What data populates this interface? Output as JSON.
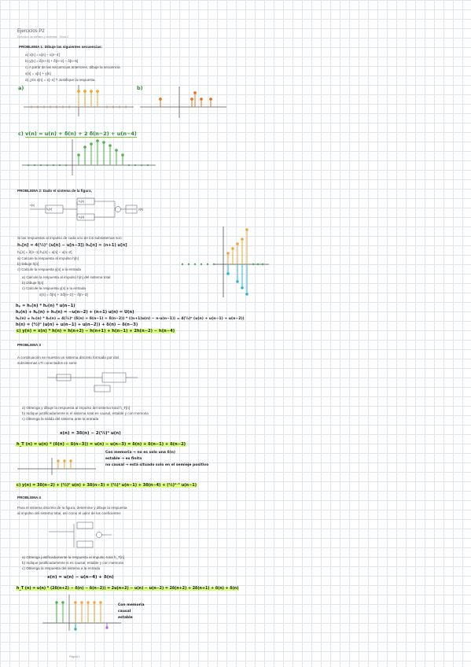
{
  "header": {
    "title": "Ejercicios P2",
    "subtitle": "Ejercicios de señales y sistemas · Tema 2"
  },
  "problem1": {
    "heading": "PROBLEMA 1: Dibuje las siguientes secuencias:",
    "items": [
      "a) x[n] = u[n] − u[n−4]",
      "b) y[n] = δ[n+3] + δ[n−2] − δ[n−5]",
      "c) A partir de las secuencias anteriores, dibuje la secuencia",
      "   v[n] = x[n] + y[n]",
      "d) ¿Es v[n] = x[−n] ? Justifique la respuesta."
    ],
    "label_a": "a)",
    "label_b": "b)",
    "label_c": "c)",
    "answer_c": "v(n) = u(n) + δ(n) + 2 δ(n−2) + u(n−4)"
  },
  "problem2": {
    "heading": "PROBLEMA 2: Dado el sistema de la figura,",
    "block_labels": [
      "x[n]",
      "h₁[n]",
      "h₂[n]",
      "h₃[n]",
      "y[n]"
    ],
    "statement": [
      "Si las respuestas al impulso de cada uno de los subsistemas son:",
      "h₁[n] = 4(½)ⁿ (u[n] − u[n−3])     h₂[n] = (n+1) u[n]",
      "h₃[n] = δ[n−1]     h₄[n] = u[n] − u[n−2]",
      "a) Calcule la respuesta al impulso h[n]",
      "b) Dibuje h[n]",
      "c) Calcule la respuesta y[n] a la entrada"
    ],
    "questions": [
      "a) Calcule la respuesta al impulso h[n] del sistema total",
      "b) Dibuje h[n]",
      "c) Calcule la respuesta y[n] a la entrada"
    ],
    "input": "x[n] = δ[n] + 2δ[n−2] − δ[n−3]",
    "work": [
      "hₚ = h₁(n) * h₂(n) * u(n−1)",
      "h₂(n) + hₚ(n) + h₃(n) = −u(n−2) + (n+1) u(n) = U(n)",
      "hₚ(n) = h₁(n) * h₂(n) = 4(½)ⁿ (δ(n) + δ(n−1) + δ(n−2)) * ((n+1)u(n) − n·u(n−1)) = 4(½)ⁿ (u(n) + u(n−1) + u(n−2))",
      "h(n) = (½)ⁿ (u(n) + u(n−1) + u(n−2)) + δ(n) − δ(n−3)",
      "c) y(n) = x(n) * h(n) = h(n+2) − h(n+1) + h(n−1) + 2h(n−2) − h(n−4)"
    ]
  },
  "problem3": {
    "heading": "PROBLEMA 3",
    "statement": [
      "A continuación se muestra un sistema discreto formado por dos",
      "subsistemas LTI conectados en serie"
    ],
    "questions": [
      "a) Obtenga y dibuje la respuesta al impulso del sistema total h_T[n]",
      "b) Indique justificadamente si el sistema total es causal, estable y con memoria",
      "c) Obtenga la salida del sistema ante la entrada"
    ],
    "input": "x(n) = 3δ(n) − 2(½)ⁿ u(n)",
    "work": "h_T (n) = u(n) * (δ(n) − δ(n−3)) = u(n) − u(n−3) = δ(n) + δ(n−1) + δ(n−2)",
    "notes": [
      "Con memoria → no es solo una δ(n)",
      "estable → es finita",
      "no causal → está situado solo en el semieje positivo"
    ],
    "answer_c": "c) y(n) = 3δ(n−2) + (½)ⁿ u(n) + 3δ(n−3) + (½)ⁿ u(n−1) + 3δ(n−4) + (½)ⁿ⁻¹ u(n−1)"
  },
  "problem4": {
    "heading": "PROBLEMA 4",
    "statement": [
      "Para el sistema discreto de la figura, determine y dibuje la respuesta",
      "al impulso del sistema total, así como el valor de los coeficientes"
    ],
    "questions": [
      "a) Obtenga justificadamente la respuesta al impulso total h_T[n]",
      "b) Indique justificadamente si es causal, estable y con memoria",
      "c) Obtenga la respuesta del sistema a la entrada"
    ],
    "input": "x(n) = u(n) − u(n−4) + δ(n)",
    "work": "h_T (n) = u(n) * (2δ(n+2) − δ(n) − δ(n−2)) = 2u(n+2) − u(n) − u(n−2) = 2δ(n+2) + 2δ(n+1) + δ(n) + δ(n)",
    "notes": [
      "Con memoria",
      "causal",
      "estable"
    ]
  },
  "footer": {
    "page": "Página 1"
  },
  "colors": {
    "grid": "#dfe6ee",
    "orange": "#f2a63a",
    "orange_dark": "#e0782a",
    "green": "#4cb44c",
    "lime": "#7ecf2f",
    "cyan": "#2bb6cc",
    "purple": "#b46ed6",
    "highlight": "#d8ff80"
  }
}
